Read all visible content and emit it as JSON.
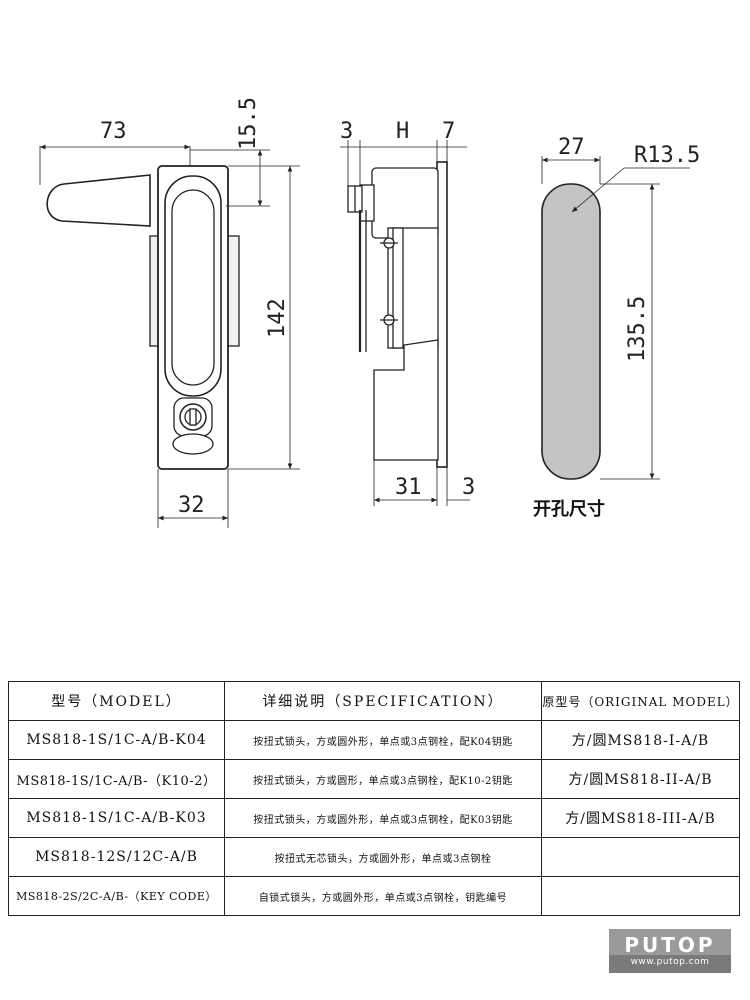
{
  "drawing": {
    "front_view": {
      "dim_width_top": "73",
      "dim_offset_top": "15.5",
      "dim_height": "142",
      "dim_width_bottom": "32"
    },
    "side_view": {
      "dim_left": "3",
      "dim_mid": "H",
      "dim_right": "7",
      "dim_bottom_depth": "31",
      "dim_bottom_plate": "3"
    },
    "cutout_view": {
      "dim_width": "27",
      "dim_radius": "R13.5",
      "dim_height": "135.5",
      "caption": "开孔尺寸"
    }
  },
  "table": {
    "headers": [
      "型号（MODEL）",
      "详细说明（SPECIFICATION）",
      "原型号（ORIGINAL MODEL）"
    ],
    "rows": [
      [
        "MS818-1S/1C-A/B-K04",
        "按扭式锁头，方或圆外形，单点或3点钢栓，配K04钥匙",
        "方/圆MS818-I-A/B"
      ],
      [
        "MS818-1S/1C-A/B-（K10-2）",
        "按扭式锁头，方或圆形，单点或3点钢栓，配K10-2钥匙",
        "方/圆MS818-II-A/B"
      ],
      [
        "MS818-1S/1C-A/B-K03",
        "按扭式锁头，方或圆外形，单点或3点钢栓，配K03钥匙",
        "方/圆MS818-III-A/B"
      ],
      [
        "MS818-12S/12C-A/B",
        "按扭式无芯锁头，方或圆外形，单点或3点钢栓",
        ""
      ],
      [
        "MS818-2S/2C-A/B-（KEY CODE）",
        "自锁式锁头，方或圆外形，单点或3点钢栓，钥匙编号",
        ""
      ]
    ]
  },
  "logo": {
    "text": "PUTOP",
    "url": "www.putop.com"
  }
}
